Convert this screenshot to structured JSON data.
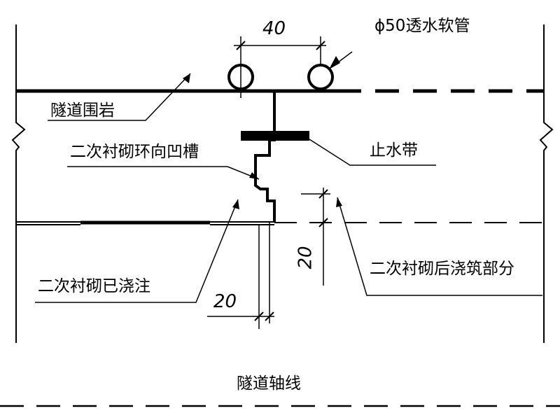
{
  "labels": {
    "pipe": "ϕ50透水软管",
    "rock": "隧道围岩",
    "groove": "二次衬砌环向凹槽",
    "waterstop": "止水带",
    "poured": "二次衬砌已浇注",
    "later": "二次衬砌后浇筑部分",
    "axis": "隧道轴线"
  },
  "dims": {
    "top": "40",
    "vertical": "20",
    "bottom": "20"
  }
}
